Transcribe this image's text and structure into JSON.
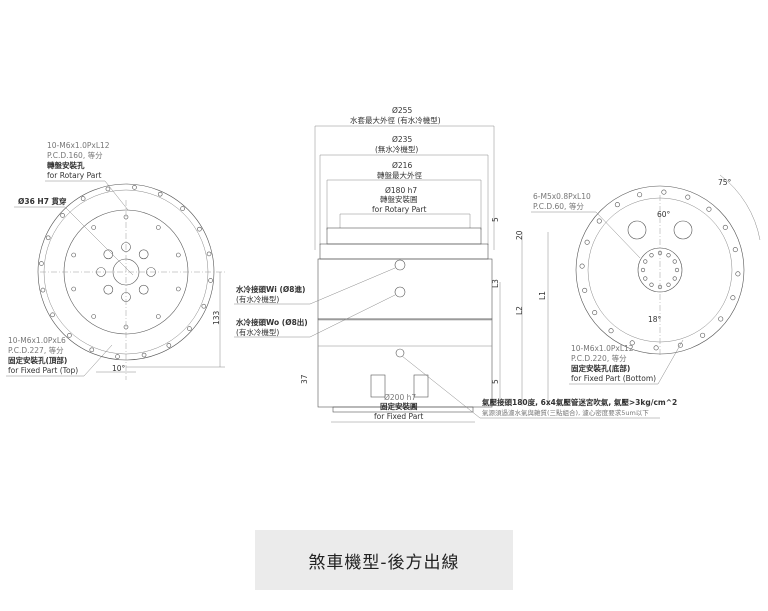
{
  "left_view": {
    "rotary_holes": [
      "10-M6x1.0PxL12",
      "P.C.D.160, 等分",
      "轉盤安裝孔",
      "for Rotary Part"
    ],
    "bore": "Ø36 H7 貫穿",
    "fixed_holes": [
      "10-M6x1.0PxL6",
      "P.C.D.227, 等分",
      "固定安裝孔(頂部)",
      "for Fixed Part (Top)"
    ],
    "angle": "10°",
    "dim": "133"
  },
  "front_view": {
    "d255": [
      "Ø255",
      "水套最大外徑 (有水冷機型)"
    ],
    "d235": [
      "Ø235",
      "(無水冷機型)"
    ],
    "d216": [
      "Ø216",
      "轉盤最大外徑"
    ],
    "d180": [
      "Ø180 h7",
      "轉盤安裝圓",
      "for Rotary Part"
    ],
    "d200": [
      "Ø200 h7",
      "固定安裝圓",
      "for Fixed Part"
    ],
    "wi": [
      "水冷接頭Wi (Ø8進)",
      "(有水冷機型)"
    ],
    "wo": [
      "水冷接頭Wo (Ø8出)",
      "(有水冷機型)"
    ],
    "dims": {
      "top5": "5",
      "h20": "20",
      "l3": "L3",
      "l2": "L2",
      "l1": "L1",
      "bot5": "5",
      "h37": "37"
    },
    "air": [
      "氣壓接頭180度, 6x4氣壓管迷宮吹氣, 氣壓>3kg/cm^2",
      "氣源須過濾水氣與雜質(三點組合), 濾心密度要求5um以下"
    ]
  },
  "right_view": {
    "center_holes": [
      "6-M5x0.8PxL10",
      "P.C.D.60, 等分"
    ],
    "angle75": "75°",
    "angle60": "60°",
    "angle18": "18°",
    "bottom_holes": [
      "10-M6x1.0PxL12",
      "P.C.D.220, 等分",
      "固定安裝孔(底部)",
      "for Fixed Part (Bottom)"
    ]
  },
  "caption": "煞車機型-後方出線"
}
